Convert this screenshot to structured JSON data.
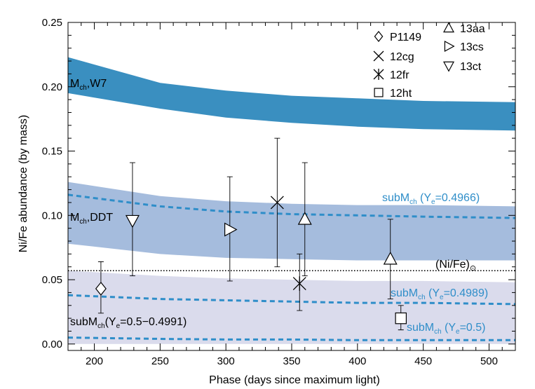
{
  "chart_data": {
    "type": "scatter",
    "xlabel": "Phase (days since maximum light)",
    "ylabel": "Ni/Fe abundance (by mass)",
    "xlim": [
      180,
      520
    ],
    "ylim": [
      -0.005,
      0.25
    ],
    "xticks": [
      200,
      250,
      300,
      350,
      400,
      450,
      500
    ],
    "yticks": [
      0.0,
      0.05,
      0.1,
      0.15,
      0.2,
      0.25
    ],
    "grid": false,
    "legend_position": "top-right",
    "bands": [
      {
        "label_main": "M",
        "label_sub": "ch",
        "label_tail": ",W7",
        "x": [
          180,
          250,
          300,
          350,
          400,
          450,
          520
        ],
        "y_low": [
          0.195,
          0.183,
          0.176,
          0.172,
          0.169,
          0.167,
          0.166
        ],
        "y_high": [
          0.223,
          0.203,
          0.197,
          0.193,
          0.191,
          0.189,
          0.188
        ],
        "color": "#3a8fc0"
      },
      {
        "label_main": "M",
        "label_sub": "ch",
        "label_tail": ",DDT",
        "x": [
          180,
          250,
          300,
          350,
          400,
          450,
          520
        ],
        "y_low": [
          0.078,
          0.07,
          0.067,
          0.066,
          0.065,
          0.065,
          0.065
        ],
        "y_high": [
          0.126,
          0.115,
          0.111,
          0.109,
          0.108,
          0.108,
          0.107
        ],
        "color": "#a5bcdd"
      },
      {
        "label_main": "subM",
        "label_sub": "ch",
        "label_tail": "(Y",
        "label_sub2": "e",
        "label_tail2": "=0.5−0.4991)",
        "x": [
          180,
          250,
          300,
          350,
          400,
          450,
          520
        ],
        "y_low": [
          0.0,
          0.0,
          0.0,
          0.0,
          0.0,
          0.0,
          0.0
        ],
        "y_high": [
          0.057,
          0.053,
          0.051,
          0.05,
          0.049,
          0.049,
          0.048
        ],
        "color": "#dadbec"
      }
    ],
    "dashed_lines": [
      {
        "label_main": "subM",
        "label_sub": "ch",
        "label_tail": " (Y",
        "label_sub2": "e",
        "label_tail2": "=0.4966)",
        "x": [
          180,
          250,
          300,
          350,
          400,
          450,
          520
        ],
        "y": [
          0.116,
          0.107,
          0.103,
          0.101,
          0.1,
          0.099,
          0.098
        ]
      },
      {
        "label_main": "subM",
        "label_sub": "ch",
        "label_tail": " (Y",
        "label_sub2": "e",
        "label_tail2": "=0.4989)",
        "x": [
          180,
          250,
          300,
          350,
          400,
          450,
          520
        ],
        "y": [
          0.038,
          0.035,
          0.034,
          0.033,
          0.032,
          0.032,
          0.031
        ]
      },
      {
        "label_main": "subM",
        "label_sub": "ch",
        "label_tail": " (Y",
        "label_sub2": "e",
        "label_tail2": "=0.5)",
        "x": [
          180,
          250,
          300,
          350,
          400,
          450,
          520
        ],
        "y": [
          0.005,
          0.004,
          0.0035,
          0.0035,
          0.003,
          0.003,
          0.003
        ]
      }
    ],
    "reference_line": {
      "label": "(Ni/Fe)",
      "symbol": "⊙",
      "y": 0.057
    },
    "series": [
      {
        "name": "P1149",
        "marker": "diamond",
        "points": [
          {
            "x": 205,
            "y": 0.043,
            "yerr_low": 0.024,
            "yerr_high": 0.064
          }
        ]
      },
      {
        "name": "12cg",
        "marker": "x",
        "points": [
          {
            "x": 339,
            "y": 0.11,
            "yerr_low": 0.06,
            "yerr_high": 0.16
          }
        ]
      },
      {
        "name": "12fr",
        "marker": "asterisk",
        "points": [
          {
            "x": 356,
            "y": 0.047,
            "yerr_low": 0.026,
            "yerr_high": 0.07
          }
        ]
      },
      {
        "name": "12ht",
        "marker": "square",
        "points": [
          {
            "x": 433,
            "y": 0.02,
            "yerr_low": 0.011,
            "yerr_high": 0.03
          }
        ]
      },
      {
        "name": "13aa",
        "marker": "triangle-up",
        "points": [
          {
            "x": 360,
            "y": 0.097,
            "yerr_low": 0.053,
            "yerr_high": 0.141
          },
          {
            "x": 425,
            "y": 0.066,
            "yerr_low": 0.035,
            "yerr_high": 0.097
          }
        ]
      },
      {
        "name": "13cs",
        "marker": "triangle-right",
        "points": [
          {
            "x": 303,
            "y": 0.089,
            "yerr_low": 0.049,
            "yerr_high": 0.13
          }
        ]
      },
      {
        "name": "13ct",
        "marker": "triangle-down",
        "points": [
          {
            "x": 229,
            "y": 0.096,
            "yerr_low": 0.053,
            "yerr_high": 0.141
          }
        ]
      }
    ],
    "colors": {
      "dashed": "#2f8ec9",
      "reference": "#000000",
      "marker_fill": "#ffffff",
      "marker_stroke": "#000000"
    }
  }
}
